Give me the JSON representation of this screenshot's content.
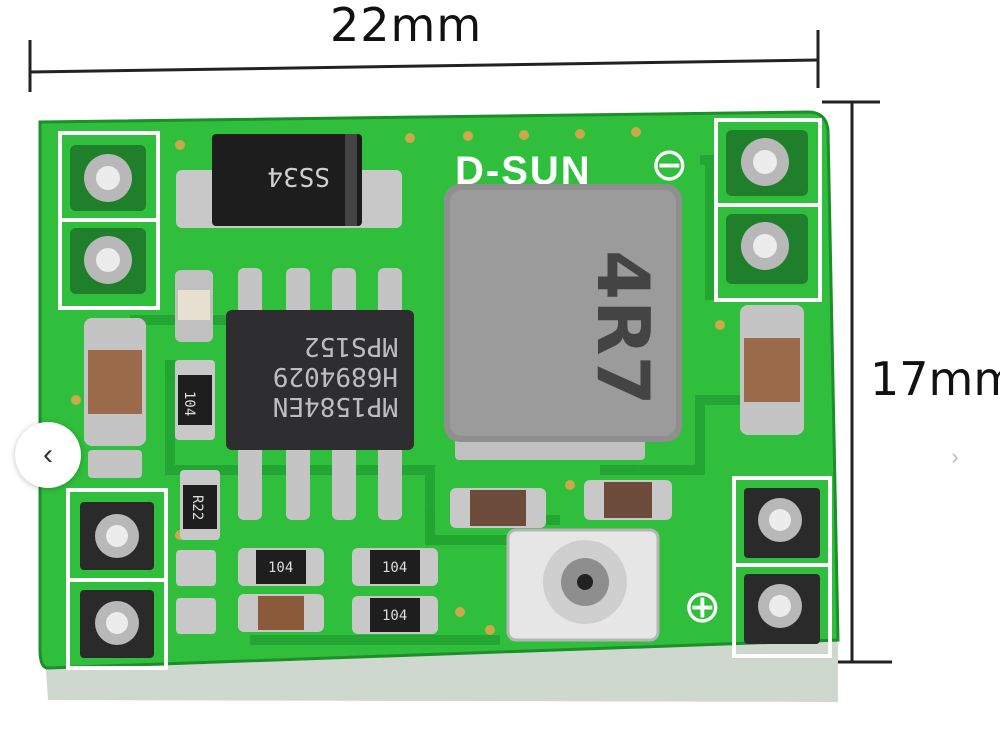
{
  "dimensions": {
    "width_label": "22mm",
    "height_label": "17mm"
  },
  "board": {
    "brand": "D-SUN",
    "diode": "SS34",
    "ic": {
      "line1": "MP1584EN",
      "line2": "H6894029",
      "line3": "MPS152"
    },
    "inductor": "4R7",
    "resistor": "R22",
    "caps": [
      "104",
      "104",
      "104",
      "104"
    ],
    "minus_symbol": "⊖",
    "plus_symbol": "⊕"
  },
  "nav": {
    "prev_icon": "chevron-left-icon",
    "next_icon": "chevron-right-icon",
    "prev_glyph": "‹",
    "next_glyph": "›"
  },
  "colors": {
    "pcb": "#2fbf3c",
    "silkscreen": "#ffffff",
    "ic_body": "#2e2e30",
    "inductor": "#8f8f8f"
  }
}
